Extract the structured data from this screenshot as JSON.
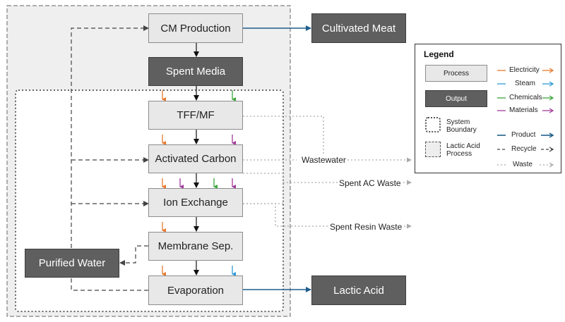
{
  "nodes": {
    "cm_production": "CM Production",
    "spent_media": "Spent Media",
    "tff_mf": "TFF/MF",
    "activated_carbon": "Activated Carbon",
    "ion_exchange": "Ion Exchange",
    "membrane_sep": "Membrane Sep.",
    "evaporation": "Evaporation",
    "purified_water": "Purified Water",
    "cultivated_meat": "Cultivated Meat",
    "lactic_acid": "Lactic Acid"
  },
  "waste_labels": {
    "wastewater": "Wastewater",
    "spent_ac_waste": "Spent AC Waste",
    "spent_resin_waste": "Spent Resin Waste"
  },
  "legend": {
    "title": "Legend",
    "process": "Process",
    "output": "Output",
    "system_boundary_1": "System",
    "system_boundary_2": "Boundary",
    "lactic_acid_process_1": "Lactic Acid",
    "lactic_acid_process_2": "Process",
    "electricity": "Electricity",
    "steam": "Steam",
    "chemicals": "Chemicals",
    "materials": "Materials",
    "product": "Product",
    "recycle": "Recycle",
    "waste": "Waste"
  },
  "colors": {
    "electricity": "#e8782a",
    "steam": "#2e9bd6",
    "chemicals": "#3aa63a",
    "materials": "#a23a9c",
    "product": "#1f5f8b",
    "recycle": "#444444",
    "waste": "#aaaaaa",
    "process_fill": "#e8e8e8",
    "output_fill": "#5f5f5f"
  }
}
